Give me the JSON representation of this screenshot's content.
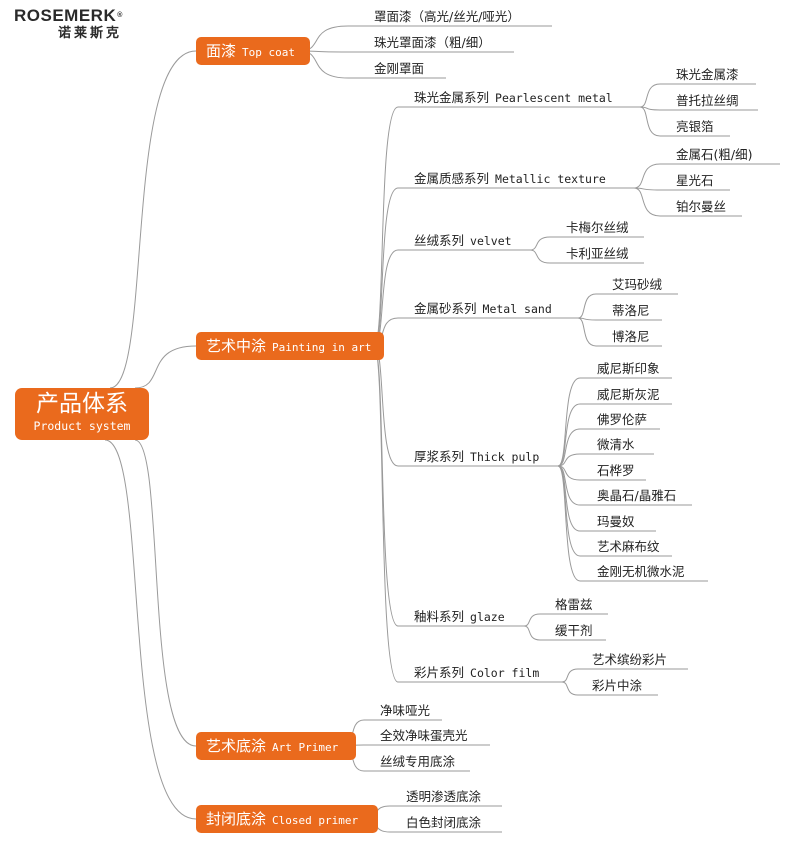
{
  "brand": {
    "name_en": "ROSEMERK",
    "reg": "®",
    "name_cn": "诺莱斯克"
  },
  "colors": {
    "accent": "#ea6a1d",
    "line": "#9a9a9a"
  },
  "root": {
    "cn": "产品体系",
    "en": "Product system"
  },
  "categories": [
    {
      "cn": "面漆",
      "en": "Top coat",
      "items": [
        "罩面漆（高光/丝光/哑光）",
        "珠光罩面漆（粗/细）",
        "金刚罩面"
      ]
    },
    {
      "cn": "艺术中涂",
      "en": "Painting in art",
      "series": [
        {
          "cn": "珠光金属系列",
          "en": "Pearlescent metal",
          "items": [
            "珠光金属漆",
            "普托拉丝绸",
            "亮银箔"
          ]
        },
        {
          "cn": "金属质感系列",
          "en": "Metallic texture",
          "items": [
            "金属石(粗/细)",
            "星光石",
            "铂尔曼丝"
          ]
        },
        {
          "cn": "丝绒系列",
          "en": "velvet",
          "items": [
            "卡梅尔丝绒",
            "卡利亚丝绒"
          ]
        },
        {
          "cn": "金属砂系列",
          "en": "Metal sand",
          "items": [
            "艾玛砂绒",
            "蒂洛尼",
            "博洛尼"
          ]
        },
        {
          "cn": "厚浆系列",
          "en": "Thick pulp",
          "items": [
            "威尼斯印象",
            "威尼斯灰泥",
            "佛罗伦萨",
            "微清水",
            "石桦罗",
            "奥晶石/晶雅石",
            "玛曼奴",
            "艺术麻布纹",
            "金刚无机微水泥"
          ]
        },
        {
          "cn": "釉料系列",
          "en": "glaze",
          "items": [
            "格雷兹",
            "缓干剂"
          ]
        },
        {
          "cn": "彩片系列",
          "en": "Color film",
          "items": [
            "艺术缤纷彩片",
            "彩片中涂"
          ]
        }
      ]
    },
    {
      "cn": "艺术底涂",
      "en": "Art Primer",
      "items": [
        "净味哑光",
        "全效净味蛋壳光",
        "丝绒专用底涂"
      ]
    },
    {
      "cn": "封闭底涂",
      "en": "Closed primer",
      "items": [
        "透明渗透底涂",
        "白色封闭底涂"
      ]
    }
  ]
}
